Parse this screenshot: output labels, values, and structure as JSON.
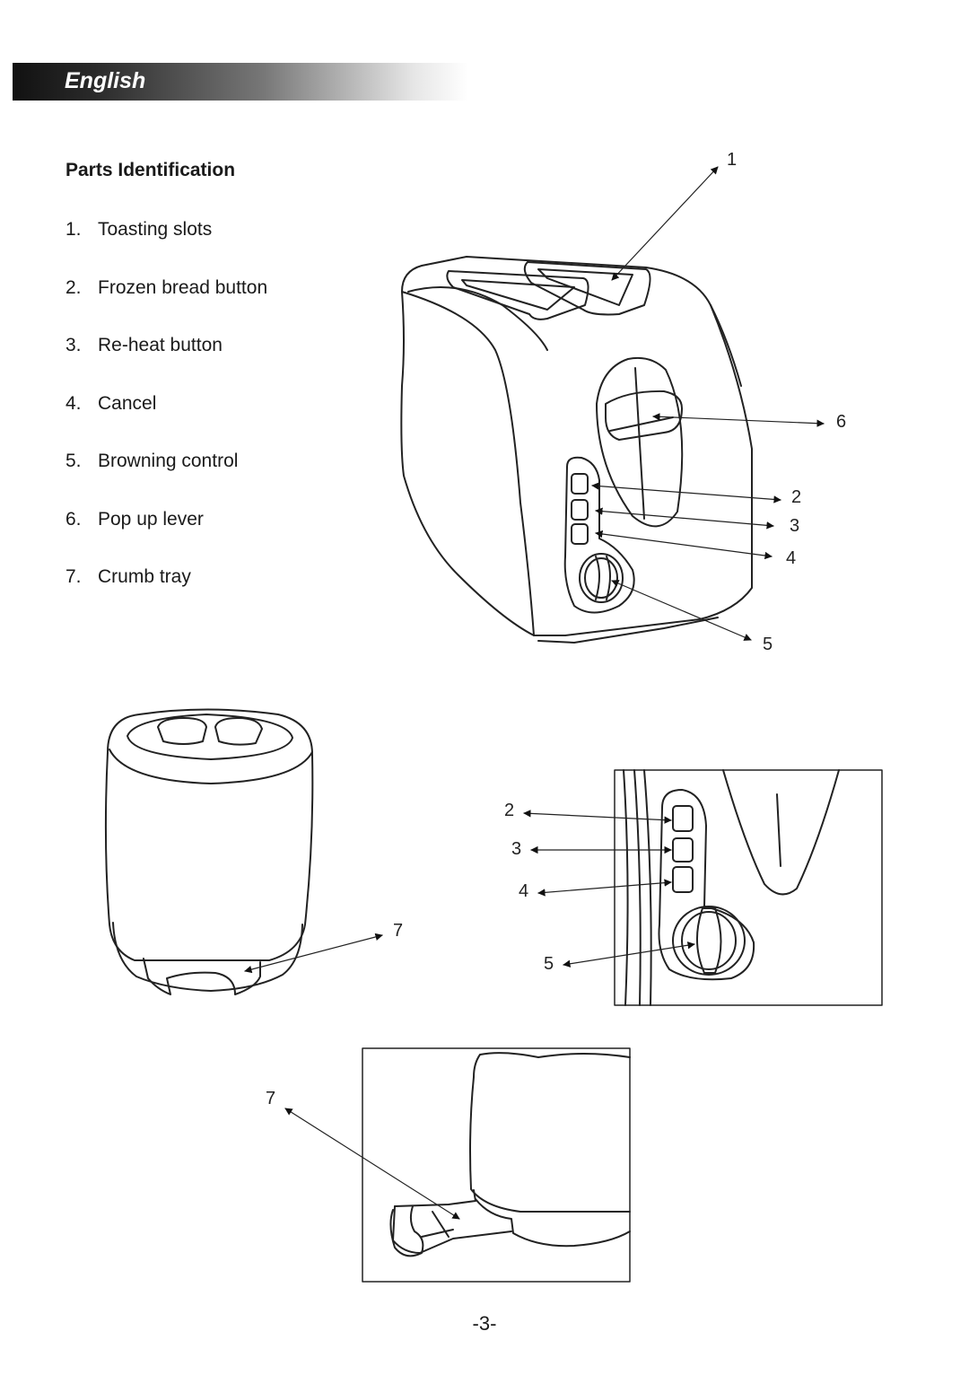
{
  "header": {
    "language": "English"
  },
  "section": {
    "title": "Parts Identification",
    "parts": [
      {
        "num": "1.",
        "label": "Toasting slots"
      },
      {
        "num": "2.",
        "label": "Frozen bread button"
      },
      {
        "num": "3.",
        "label": "Re-heat button"
      },
      {
        "num": "4.",
        "label": "Cancel"
      },
      {
        "num": "5.",
        "label": "Browning control"
      },
      {
        "num": "6.",
        "label": "Pop up lever"
      },
      {
        "num": "7.",
        "label": "Crumb tray"
      }
    ]
  },
  "diagram": {
    "callouts_main": [
      "1",
      "6",
      "2",
      "3",
      "4",
      "5"
    ],
    "callout_side": "7",
    "callouts_detail": [
      "2",
      "3",
      "4",
      "5"
    ],
    "callout_tray": "7"
  },
  "footer": {
    "page_number": "-3-"
  }
}
